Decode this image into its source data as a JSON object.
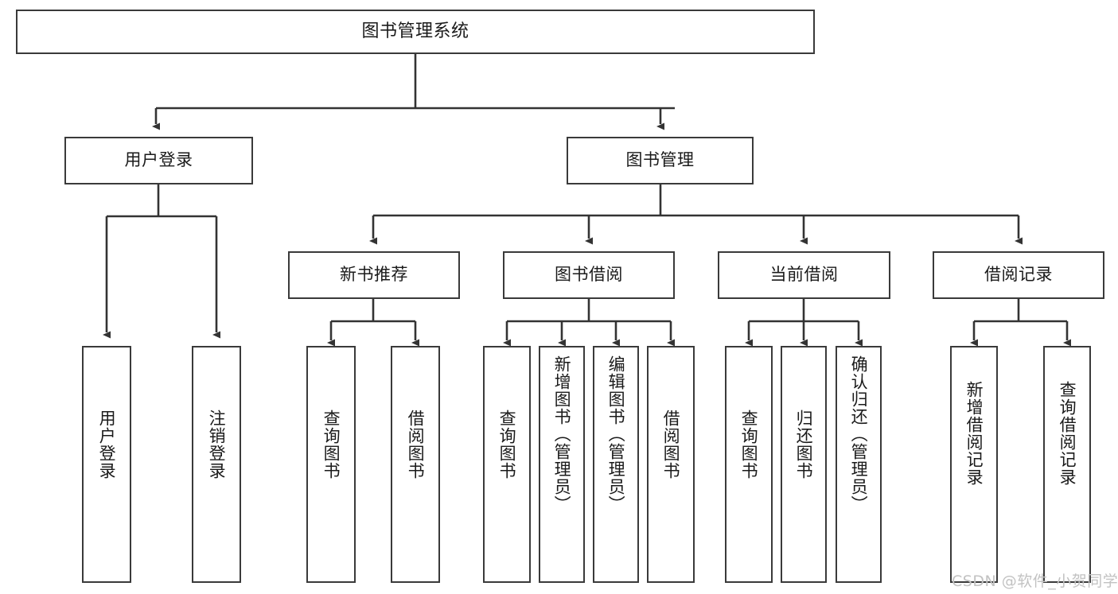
{
  "diagram": {
    "title": "图书管理系统",
    "type": "tree-hierarchy-diagram",
    "colors": {
      "box_border": "#3a3a3a",
      "box_fill": "#ffffff",
      "edge": "#333333",
      "text": "#1a1a1a",
      "watermark": "#c2c2c2",
      "background": "#ffffff"
    },
    "root": {
      "label": "图书管理系统"
    },
    "level2": [
      {
        "id": "user-login",
        "label": "用户登录"
      },
      {
        "id": "book-management",
        "label": "图书管理"
      }
    ],
    "level3": [
      {
        "id": "new-book-recommend",
        "label": "新书推荐"
      },
      {
        "id": "book-borrow",
        "label": "图书借阅"
      },
      {
        "id": "current-borrow",
        "label": "当前借阅"
      },
      {
        "id": "borrow-record",
        "label": "借阅记录"
      }
    ],
    "leaves": {
      "user-login": [
        {
          "id": "leaf-user-login",
          "label": "用户登录"
        },
        {
          "id": "leaf-user-logout",
          "label": "注销登录"
        }
      ],
      "new-book-recommend": [
        {
          "id": "leaf-query-book-1",
          "label": "查询图书"
        },
        {
          "id": "leaf-borrow-book-1",
          "label": "借阅图书"
        }
      ],
      "book-borrow": [
        {
          "id": "leaf-query-book-2",
          "label": "查询图书"
        },
        {
          "id": "leaf-add-book",
          "label": "新增图书（管理员）"
        },
        {
          "id": "leaf-edit-book",
          "label": "编辑图书（管理员）"
        },
        {
          "id": "leaf-borrow-book-2",
          "label": "借阅图书"
        }
      ],
      "current-borrow": [
        {
          "id": "leaf-query-book-3",
          "label": "查询图书"
        },
        {
          "id": "leaf-return-book",
          "label": "归还图书"
        },
        {
          "id": "leaf-confirm-return",
          "label": "确认归还（管理员）"
        }
      ],
      "borrow-record": [
        {
          "id": "leaf-add-record",
          "label": "新增借阅记录"
        },
        {
          "id": "leaf-query-record",
          "label": "查询借阅记录"
        }
      ]
    },
    "watermark": "CSDN @软件_小贺同学"
  }
}
